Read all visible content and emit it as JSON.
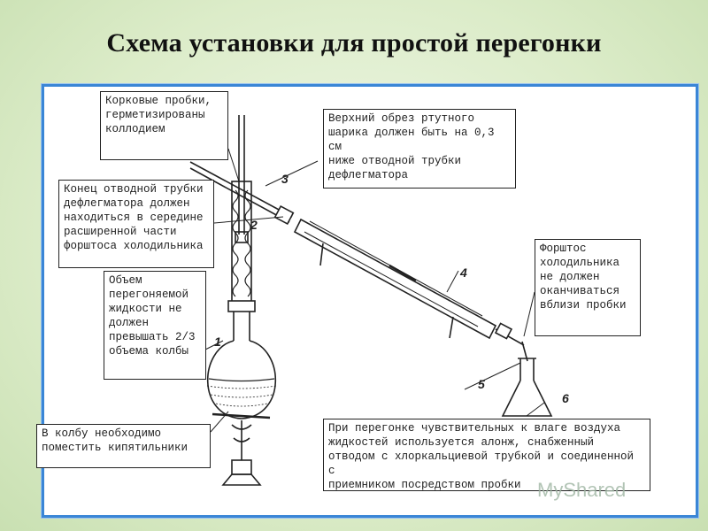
{
  "title": "Схема установки для простой перегонки",
  "callouts": {
    "cork": "Корковые пробки,\nгерметизированы\nколлодием",
    "thermometer": "Верхний обрез ртутного\nшарика должен быть на 0,3 см\nниже отводной трубки\nдефлегматора",
    "dephlegmator_end": "Конец отводной трубки\nдефлегматора должен\nнаходиться в середине\nрасширенной части\nфорштоса холодильника",
    "volume": "Объем\nперегоняемой\nжидкости не\nдолжен\nпревышать 2/3\nобъема колбы",
    "condenser_end": "Форштос\nхолодильника\nне должен\nоканчиваться\nвблизи пробки",
    "boiling": "В колбу необходимо\nпоместить кипятильники",
    "moisture": "При перегонке чувствительных к влаге воздуха\nжидкостей используется алонж, снабженный\nотводом с хлоркальциевой трубкой и соединенной с\nприемником посредством пробки"
  },
  "labels": {
    "n1": "1",
    "n2": "2",
    "n3": "3",
    "n4": "4",
    "n5": "5",
    "n6": "6"
  },
  "watermark": "MyShared",
  "colors": {
    "background": "#d8ebc7",
    "panel_border": "#3a86d6",
    "line": "#222222"
  }
}
